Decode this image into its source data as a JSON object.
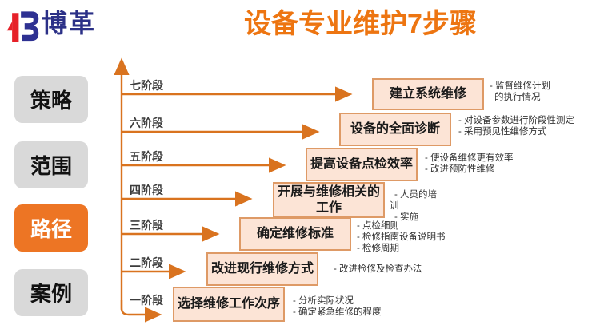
{
  "logo": {
    "text": "博革"
  },
  "title": "设备专业维护7步骤",
  "sidebar": {
    "items": [
      {
        "label": "策略",
        "active": false
      },
      {
        "label": "范围",
        "active": false
      },
      {
        "label": "路径",
        "active": true
      },
      {
        "label": "案例",
        "active": false
      }
    ]
  },
  "stages": [
    {
      "label": "一阶段",
      "box": "选择维修工作次序",
      "notes": [
        "- 分析实际状况",
        "- 确定紧急维修的程度"
      ]
    },
    {
      "label": "二阶段",
      "box": "改进现行维修方式",
      "notes": [
        "- 改进检修及检查办法"
      ]
    },
    {
      "label": "三阶段",
      "box": "确定维修标准",
      "notes": [
        "- 点检细则",
        "- 检修指南设备说明书",
        "- 检修周期"
      ]
    },
    {
      "label": "四阶段",
      "box": "开展与维修相关的工作",
      "notes": [
        "- 人员的培",
        "训",
        "- 实施"
      ]
    },
    {
      "label": "五阶段",
      "box": "提高设备点检效率",
      "notes": [
        "- 使设备维修更有效率",
        "- 改进预防性维修"
      ]
    },
    {
      "label": "六阶段",
      "box": "设备的全面诊断",
      "notes": [
        "- 对设备参数进行阶段性测定",
        "- 采用预见性维修方式"
      ]
    },
    {
      "label": "七阶段",
      "box": "建立系统维修",
      "notes": [
        "- 监督维修计划",
        "的执行情况"
      ]
    }
  ],
  "colors": {
    "title_orange": "#ED7511",
    "accent_orange": "#ED7524",
    "arrow_orange": "#D9731F",
    "box_fill": "#FCE4D6",
    "box_border": "#DE9A66",
    "sidebar_gray": "#D9D9D9",
    "logo_blue": "#2B3087",
    "logo_red": "#E62129"
  }
}
